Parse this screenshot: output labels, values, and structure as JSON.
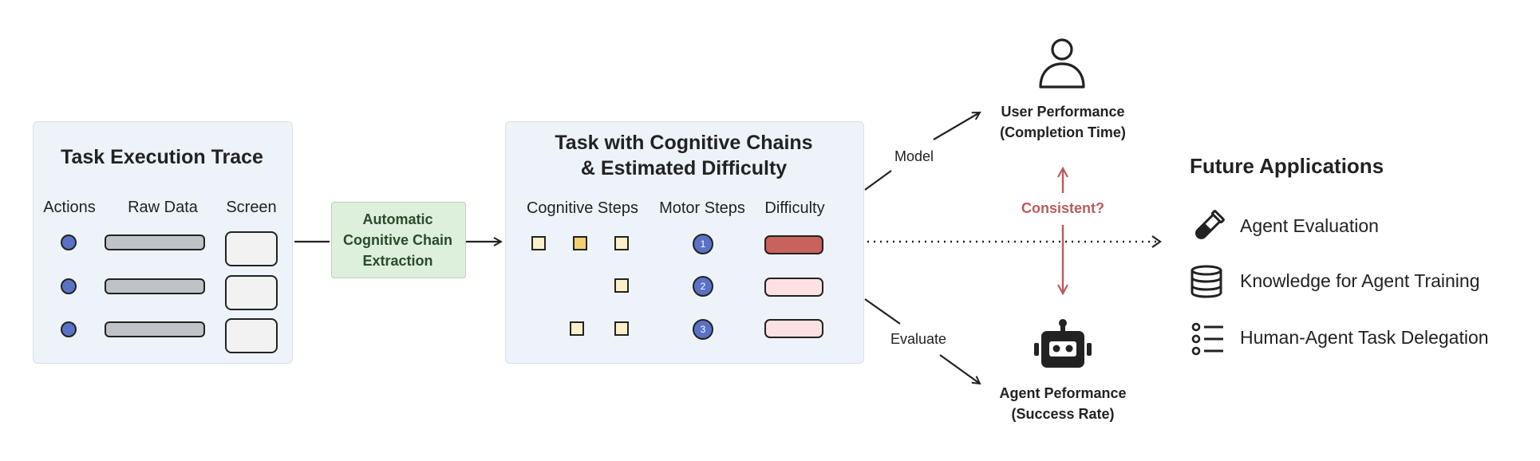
{
  "trace": {
    "title": "Task Execution Trace",
    "columns": [
      "Actions",
      "Raw Data",
      "Screen"
    ]
  },
  "extraction": {
    "lines": [
      "Automatic",
      "Cognitive Chain",
      "Extraction"
    ]
  },
  "chains": {
    "title_line1": "Task with Cognitive Chains",
    "title_line2": "& Estimated Difficulty",
    "columns": [
      "Cognitive Steps",
      "Motor Steps",
      "Difficulty"
    ],
    "motor_steps": [
      "1",
      "2",
      "3"
    ],
    "difficulty_colors": [
      "#c8625c",
      "#fbe1e1",
      "#fbe1e1"
    ]
  },
  "edges": {
    "model": "Model",
    "evaluate": "Evaluate",
    "consistent": "Consistent?"
  },
  "user": {
    "line1": "User Performance",
    "line2": "(Completion Time)"
  },
  "agent": {
    "line1": "Agent Peformance",
    "line2": "(Success Rate)"
  },
  "future": {
    "title": "Future Applications",
    "items": [
      {
        "label": "Agent Evaluation",
        "icon": "test-tube-icon"
      },
      {
        "label": "Knowledge for Agent Training",
        "icon": "database-icon"
      },
      {
        "label": "Human-Agent Task Delegation",
        "icon": "list-icon"
      }
    ]
  }
}
